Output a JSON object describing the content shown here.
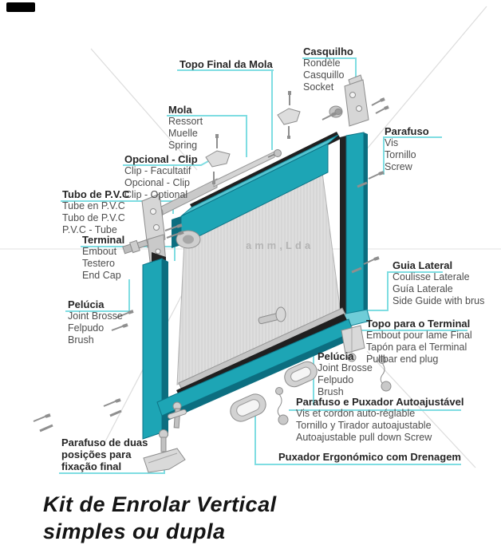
{
  "watermark": "amm,Lda",
  "labels": {
    "topo_final_da_mola": {
      "title": "Topo Final da Mola"
    },
    "casquilho": {
      "title": "Casquilho",
      "lines": [
        "Rondèle",
        "Casquillo",
        "Socket"
      ]
    },
    "parafuso_right": {
      "title": "Parafuso",
      "lines": [
        "Vis",
        "Tornillo",
        "Screw"
      ]
    },
    "mola": {
      "title": "Mola",
      "lines": [
        "Ressort",
        "Muelle",
        "Spring"
      ]
    },
    "opcional_clip": {
      "title": "Opcional - Clip",
      "lines": [
        "Clip - Facultatif",
        "Opcional - Clip",
        "Clip - Optional"
      ]
    },
    "tubo_pvc": {
      "title": "Tubo de P.V.C",
      "lines": [
        "Tube en P.V.C",
        "Tubo de P.V.C",
        "P.V.C - Tube"
      ]
    },
    "terminal": {
      "title": "Terminal",
      "lines": [
        "Embout",
        "Testero",
        "End Cap"
      ]
    },
    "pelucia_left": {
      "title": "Pelúcia",
      "lines": [
        "Joint Brosse",
        "Felpudo",
        "Brush"
      ]
    },
    "parafuso_duas": {
      "l1": "Parafuso de duas",
      "l2": "posições para",
      "l3": "fixação final"
    },
    "guia_lateral": {
      "title": "Guia Lateral",
      "lines": [
        "Coulisse Laterale",
        "Guía Laterale",
        "Side Guide with brus"
      ]
    },
    "topo_terminal": {
      "title": "Topo para o Terminal",
      "lines": [
        "Embout pour lame Final",
        "Tapón para el Terminal",
        "Pullbar end plug"
      ]
    },
    "pelucia_right": {
      "title": "Pelúcia",
      "lines": [
        "Joint Brosse",
        "Felpudo",
        "Brush"
      ]
    },
    "parafuso_puxador": {
      "title": "Parafuso e Puxador Autoajustável",
      "lines": [
        "Vis et cordon auto-réglable",
        "Tornillo y Tirador autoajustable",
        "Autoajustable pull down Screw"
      ]
    },
    "puxador_ergonomico": {
      "title": "Puxador Ergonómico com Drenagem"
    }
  },
  "title": {
    "line1": "Kit de Enrolar Vertical",
    "line2": "simples ou dupla"
  },
  "colors": {
    "teal": "#1da5b5",
    "leader_cyan": "#7fdde2"
  }
}
